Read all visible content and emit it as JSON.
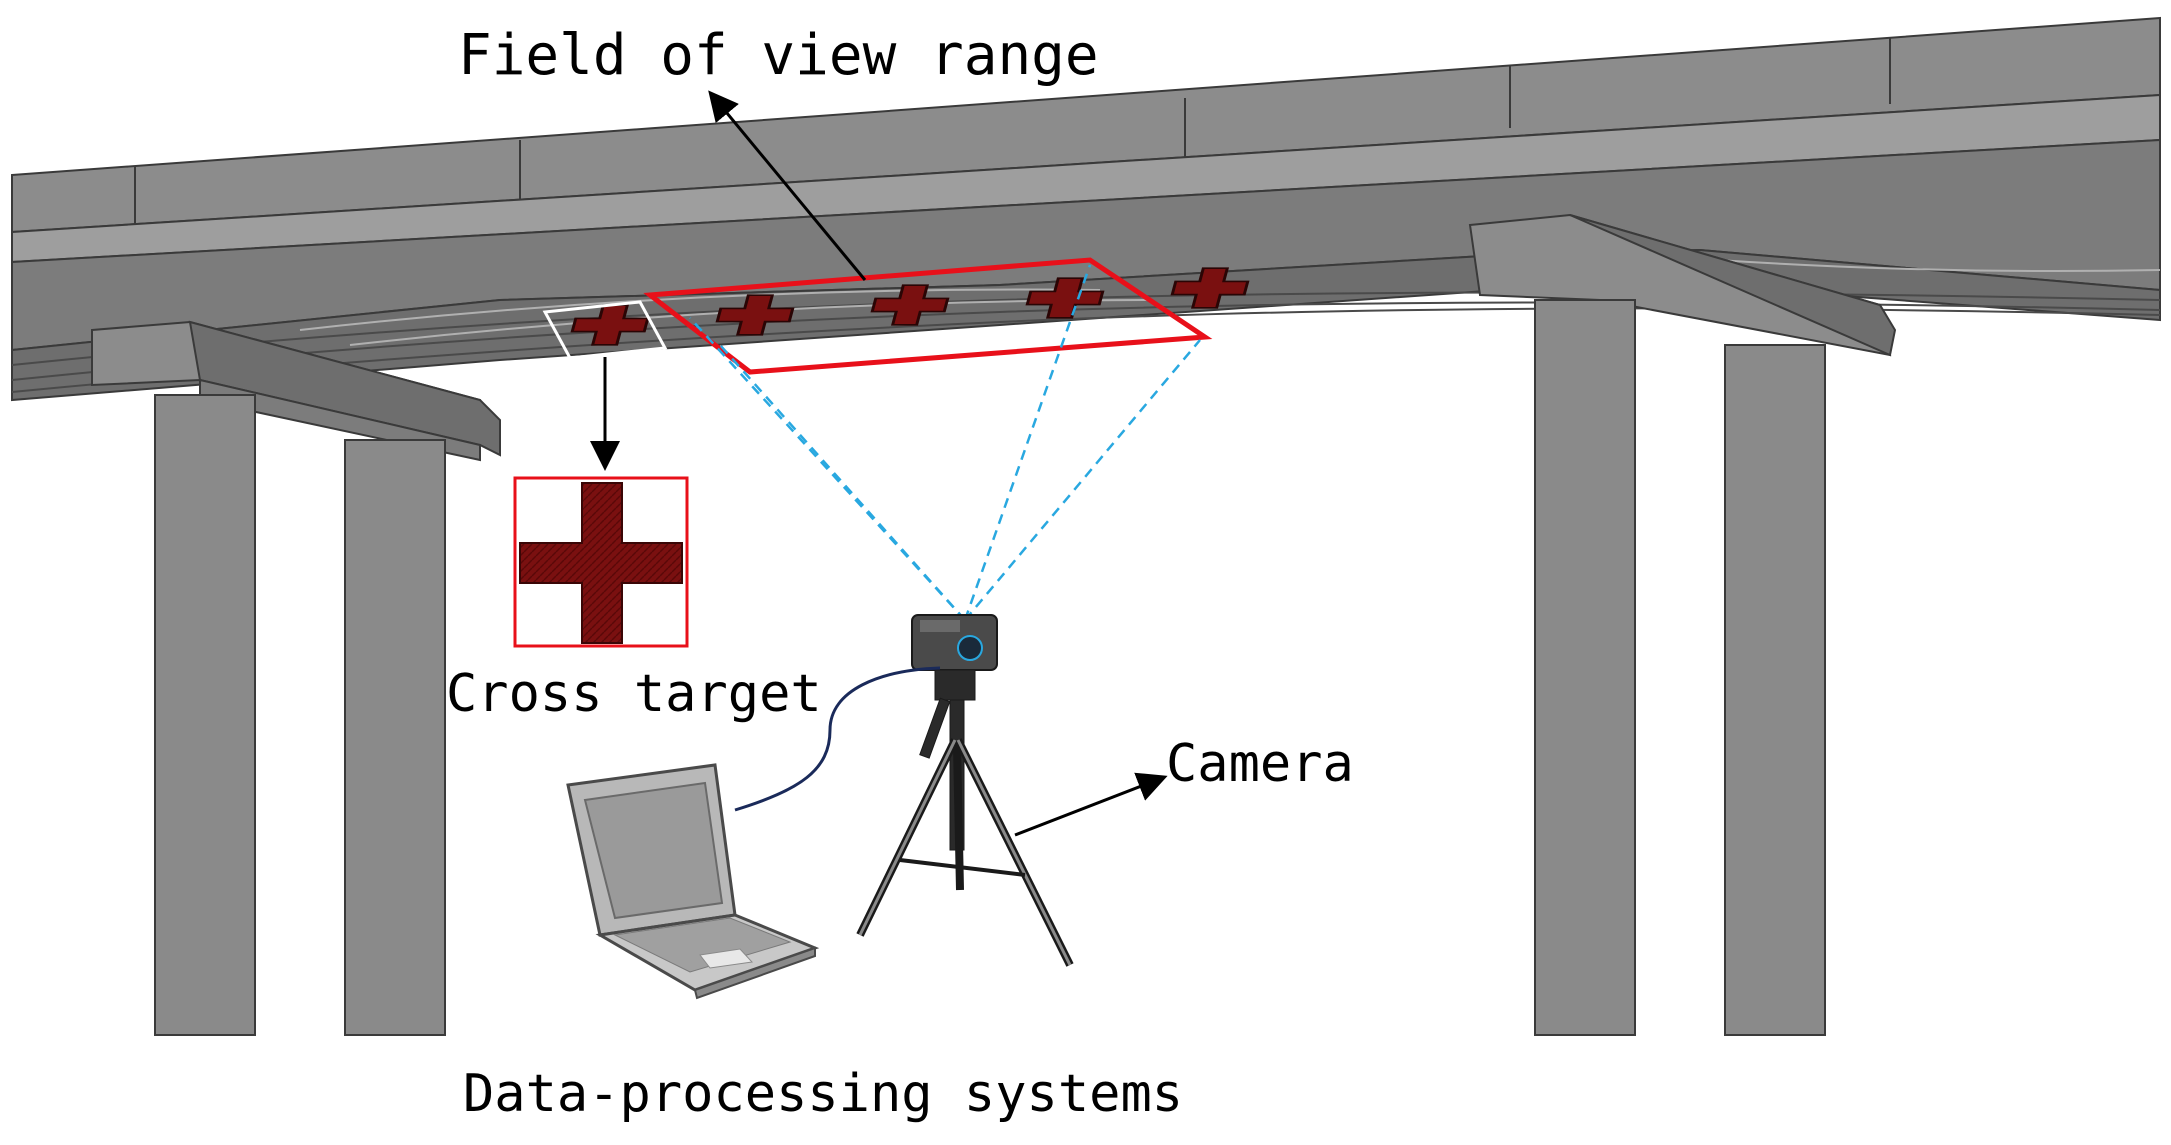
{
  "labels": {
    "field_of_view": "Field of view range",
    "cross_target": "Cross target",
    "camera": "Camera",
    "data_processing": "Data-processing systems"
  },
  "colors": {
    "structure_fill": "#8a8a8a",
    "structure_dark": "#6e6e6e",
    "structure_light": "#a8a8a8",
    "outline": "#3a3a3a",
    "fov_outline": "#e8101a",
    "target_fill": "#7a1010",
    "sightline": "#29a8e0",
    "arrow": "#000000"
  },
  "icons": [
    "cross-target-icon",
    "camera-icon",
    "tripod-icon",
    "laptop-icon"
  ]
}
